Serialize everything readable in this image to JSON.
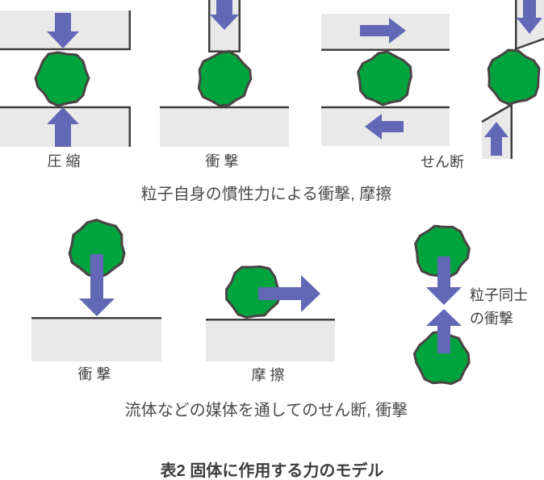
{
  "figure_caption": "表2 固体に作用する力のモデル",
  "section_inertia": {
    "caption": "粒子自身の慣性力による衝撃, 摩擦",
    "labels": {
      "compression": "圧 縮",
      "impact": "衝 撃",
      "shear": "せん断"
    }
  },
  "section_medium": {
    "caption": "流体などの媒体を通してのせん断, 衝撃",
    "labels": {
      "impact": "衝 撃",
      "friction": "摩 擦",
      "particle_collision_line1": "粒子同士",
      "particle_collision_line2": "の衝撃"
    }
  },
  "colors": {
    "particle_green": "#00a43e",
    "particle_outline": "#4a4444",
    "arrow_purple": "#6268b5",
    "plate_gray": "#e9e9e9",
    "plate_edge_dark": "#3e3e3e",
    "label_text": "#414141",
    "caption_text": "#4a4a4a"
  }
}
